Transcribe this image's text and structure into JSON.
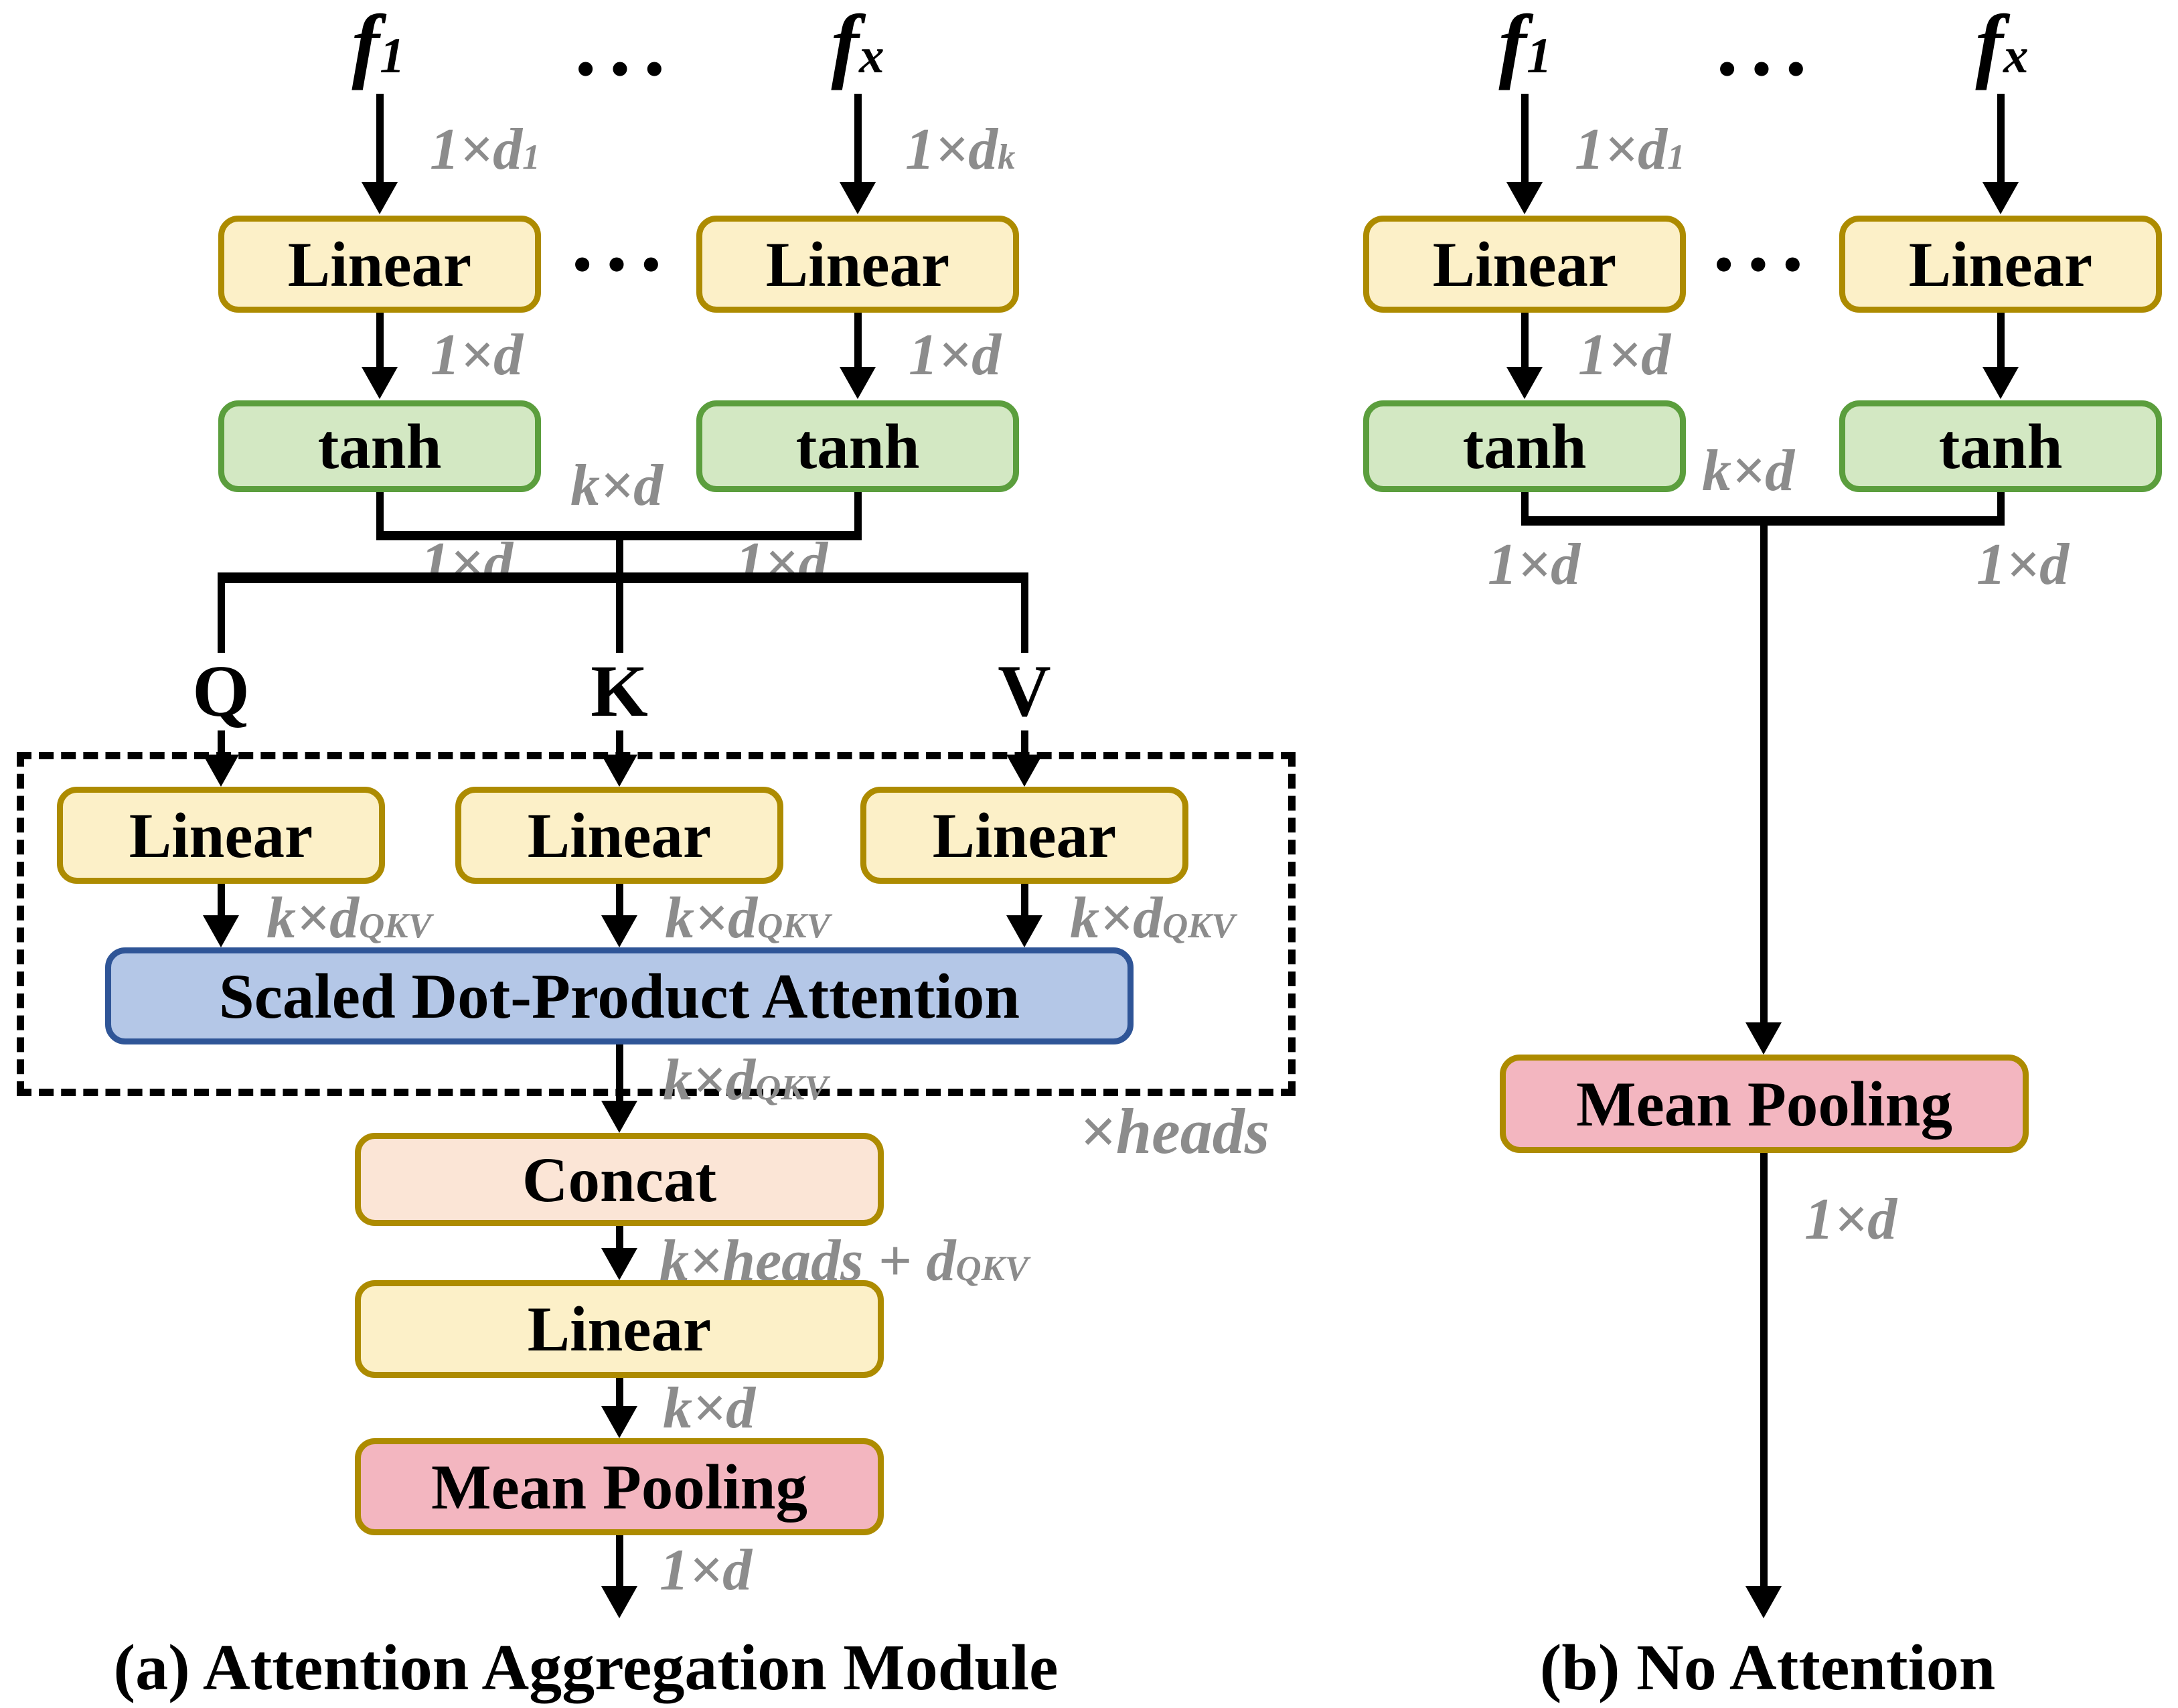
{
  "colors": {
    "gold_border": "#AD8B00",
    "yellow_fill": "#FCF0C8",
    "green_fill": "#D3E8C3",
    "green_border": "#5B9E3D",
    "blue_fill": "#B4C7E7",
    "blue_border": "#2F5597",
    "peach_fill": "#FBE5D6",
    "pink_fill": "#F3B6C0",
    "dim_gray": "#8C8C8C"
  },
  "panel_a": {
    "caption": "(a) Attention Aggregation Module",
    "f1": {
      "main": "f",
      "sub": "1"
    },
    "fx": {
      "main": "f",
      "sub": "x"
    },
    "dots_top": "···",
    "dots_mid": "···",
    "dim_f1": {
      "main": "1×d",
      "sub": "1"
    },
    "dim_fx": {
      "main": "1×d",
      "sub": "k"
    },
    "linear_1": "Linear",
    "linear_2": "Linear",
    "dim_l1": {
      "main": "1×d",
      "sub": ""
    },
    "dim_l2": {
      "main": "1×d",
      "sub": ""
    },
    "tanh_1": "tanh",
    "tanh_2": "tanh",
    "dim_merge_top": {
      "main": "k×d",
      "sub": ""
    },
    "dim_merge_left": {
      "main": "1×d",
      "sub": ""
    },
    "dim_merge_right": {
      "main": "1×d",
      "sub": ""
    },
    "q_label": "Q",
    "k_label": "K",
    "v_label": "V",
    "linear_q": "Linear",
    "linear_k": "Linear",
    "linear_v": "Linear",
    "dim_q": {
      "main": "k×d",
      "sub": "QKV"
    },
    "dim_k": {
      "main": "k×d",
      "sub": "QKV"
    },
    "dim_v": {
      "main": "k×d",
      "sub": "QKV"
    },
    "attention": "Scaled Dot-Product Attention",
    "dim_attn_out": {
      "main": "k×d",
      "sub": "QKV"
    },
    "heads_note": {
      "main": "×heads",
      "sub": ""
    },
    "concat": "Concat",
    "dim_concat_out": {
      "main": "k×heads + d",
      "sub": "QKV"
    },
    "linear_out": "Linear",
    "dim_linear_out": {
      "main": "k×d",
      "sub": ""
    },
    "mean_pooling": "Mean Pooling",
    "dim_out": {
      "main": "1×d",
      "sub": ""
    }
  },
  "panel_b": {
    "caption": "(b) No Attention",
    "f1": {
      "main": "f",
      "sub": "1"
    },
    "fx": {
      "main": "f",
      "sub": "x"
    },
    "dots_top": "···",
    "dots_mid": "···",
    "dim_f1": {
      "main": "1×d",
      "sub": "1"
    },
    "linear_1": "Linear",
    "linear_2": "Linear",
    "dim_l1": {
      "main": "1×d",
      "sub": ""
    },
    "tanh_1": "tanh",
    "tanh_2": "tanh",
    "dim_merge_top": {
      "main": "k×d",
      "sub": ""
    },
    "dim_merge_left": {
      "main": "1×d",
      "sub": ""
    },
    "dim_merge_right": {
      "main": "1×d",
      "sub": ""
    },
    "mean_pooling": "Mean Pooling",
    "dim_out": {
      "main": "1×d",
      "sub": ""
    }
  }
}
